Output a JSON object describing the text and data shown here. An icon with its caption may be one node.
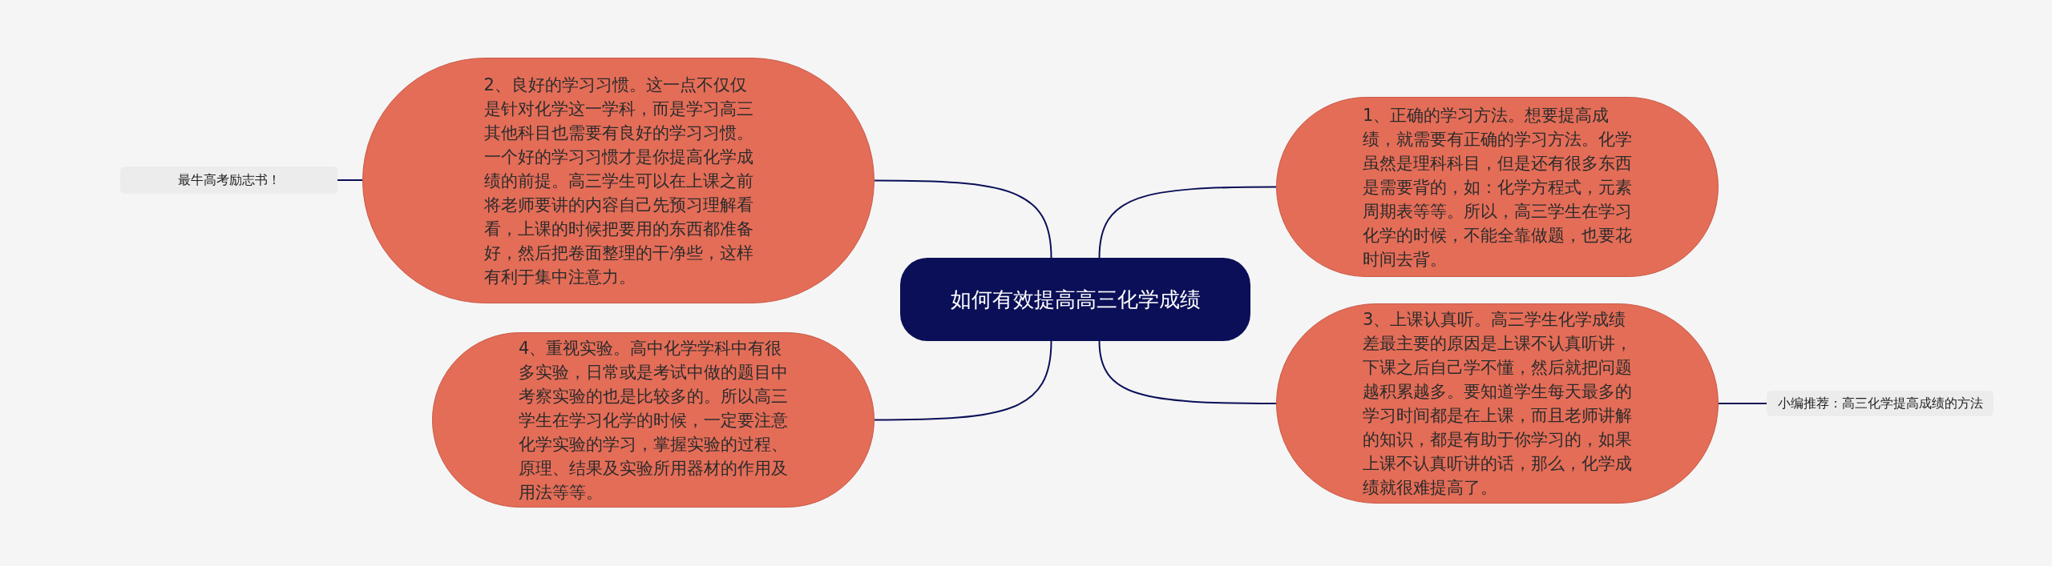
{
  "diagram": {
    "nodes": [
      {
        "text": [
          "如何有效提高高三化学成绩"
        ]
      },
      {
        "text": [
          "1、正确的学习方法。想要提高成绩，就需要有正确的学习方法。化学虽然是理科科目，但是还有很多东西是需要背的，如：化学方程式，元素周期表等等。所以，高三学生在学习化学的时候，不能全靠做题，也要花时间去背。"
        ]
      },
      {
        "text": [
          "2、良好的学习习惯。这一点不仅仅是针对化学这一学科，而是学习高三其他科目也需要有良好的学习习惯。一个好的学习习惯才是你提高化学成绩的前提。高三学生可以在上课之前将老师要讲的内容自己先预习理解看看，上课的时候把要用的东西都准备好，然后把卷面整理的干净些，这样有利于集中注意力。"
        ]
      },
      {
        "text": [
          "3、上课认真听。高三学生化学成绩差最主要的原因是上课不认真听讲，下课之后自己学不懂，然后就把问题越积累越多。要知道学生每天最多的学习时间都是在上课，而且老师讲解的知识，都是有助于你学习的，如果上课不认真听讲的话，那么，化学成绩就很难提高了。"
        ]
      },
      {
        "text": [
          "4、重视实验。高中化学学科中有很多实验，日常或是考试中做的题目中考察实验的也是比较多的。所以高三学生在学习化学的时候，一定要注意化学实验的学习，掌握实验的过程、原理、结果及实验所用器材的作用及用法等等。"
        ]
      },
      {
        "text": [
          "最牛高考励志书！"
        ]
      },
      {
        "text": [
          "小编推荐：高三化学提高成绩的方法"
        ]
      }
    ],
    "edges": [
      {
        "from": 0,
        "to": 1,
        "arrow": "none"
      },
      {
        "from": 0,
        "to": 2,
        "arrow": "none"
      },
      {
        "from": 0,
        "to": 3,
        "arrow": "none"
      },
      {
        "from": 0,
        "to": 4,
        "arrow": "none"
      },
      {
        "from": 2,
        "to": 5,
        "arrow": "none"
      },
      {
        "from": 3,
        "to": 6,
        "arrow": "none"
      }
    ]
  }
}
